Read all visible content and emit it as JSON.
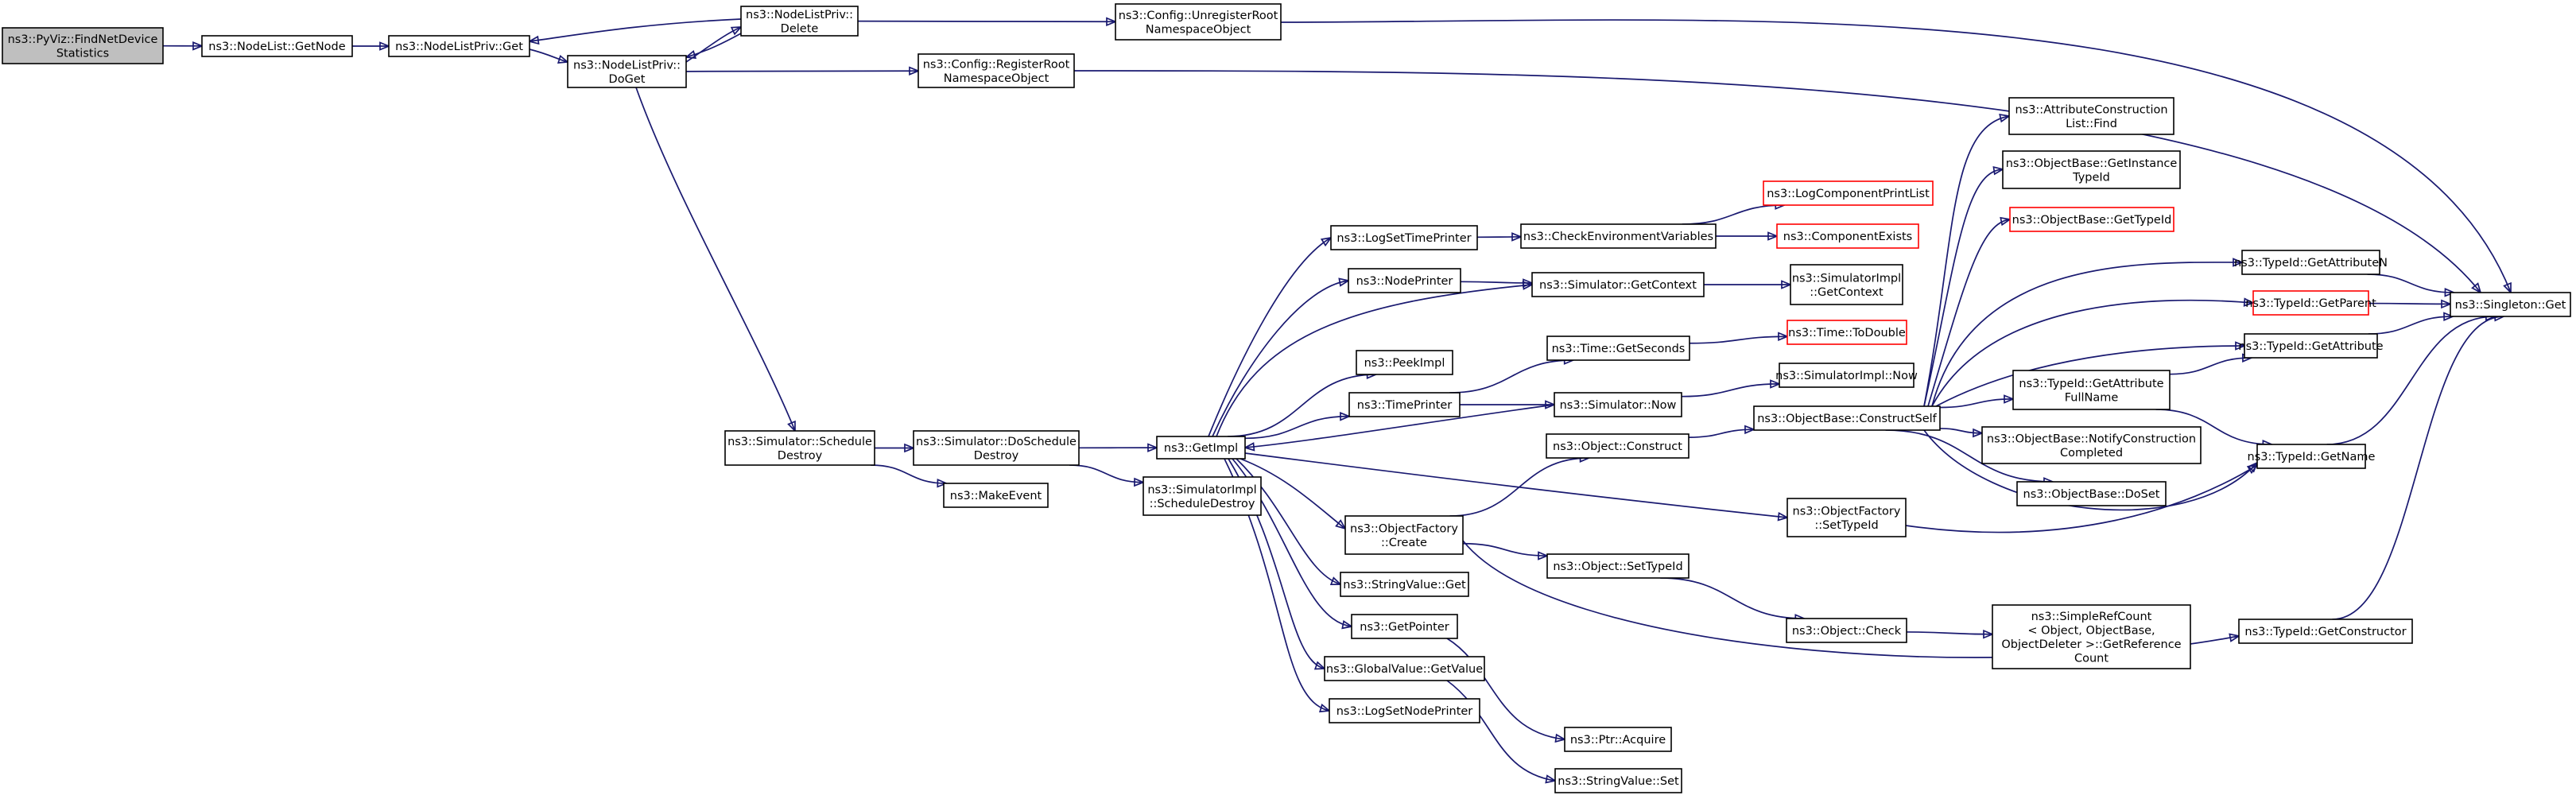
{
  "nodes": [
    {
      "id": "pyviz",
      "lines": [
        "ns3::PyViz::FindNetDevice",
        "Statistics"
      ],
      "kind": "root"
    },
    {
      "id": "nl_getnode",
      "lines": [
        "ns3::NodeList::GetNode"
      ]
    },
    {
      "id": "nlp_get",
      "lines": [
        "ns3::NodeListPriv::Get"
      ]
    },
    {
      "id": "nlp_delete",
      "lines": [
        "ns3::NodeListPriv::",
        "Delete"
      ]
    },
    {
      "id": "nlp_doget",
      "lines": [
        "ns3::NodeListPriv::",
        "DoGet"
      ]
    },
    {
      "id": "cfg_unreg",
      "lines": [
        "ns3::Config::UnregisterRoot",
        "NamespaceObject"
      ]
    },
    {
      "id": "cfg_reg",
      "lines": [
        "ns3::Config::RegisterRoot",
        "NamespaceObject"
      ]
    },
    {
      "id": "singleton_get",
      "lines": [
        "ns3::Singleton::Get"
      ]
    },
    {
      "id": "sim_schedule_destroy",
      "lines": [
        "ns3::Simulator::Schedule",
        "Destroy"
      ]
    },
    {
      "id": "sim_do_schedule_destroy",
      "lines": [
        "ns3::Simulator::DoSchedule",
        "Destroy"
      ]
    },
    {
      "id": "make_event",
      "lines": [
        "ns3::MakeEvent"
      ]
    },
    {
      "id": "getimpl",
      "lines": [
        "ns3::GetImpl"
      ]
    },
    {
      "id": "simimpl_sched_destroy",
      "lines": [
        "ns3::SimulatorImpl",
        "::ScheduleDestroy"
      ]
    },
    {
      "id": "log_set_time_printer",
      "lines": [
        "ns3::LogSetTimePrinter"
      ]
    },
    {
      "id": "check_env_vars",
      "lines": [
        "ns3::CheckEnvironmentVariables"
      ]
    },
    {
      "id": "log_comp_print_list",
      "lines": [
        "ns3::LogComponentPrintList"
      ],
      "kind": "trunc"
    },
    {
      "id": "comp_exists",
      "lines": [
        "ns3::ComponentExists"
      ],
      "kind": "trunc"
    },
    {
      "id": "node_printer",
      "lines": [
        "ns3::NodePrinter"
      ]
    },
    {
      "id": "sim_get_context",
      "lines": [
        "ns3::Simulator::GetContext"
      ]
    },
    {
      "id": "simimpl_get_context",
      "lines": [
        "ns3::SimulatorImpl",
        "::GetContext"
      ]
    },
    {
      "id": "peek_impl",
      "lines": [
        "ns3::PeekImpl"
      ]
    },
    {
      "id": "time_get_seconds",
      "lines": [
        "ns3::Time::GetSeconds"
      ]
    },
    {
      "id": "time_to_double",
      "lines": [
        "ns3::Time::ToDouble"
      ],
      "kind": "trunc"
    },
    {
      "id": "time_printer",
      "lines": [
        "ns3::TimePrinter"
      ]
    },
    {
      "id": "sim_now",
      "lines": [
        "ns3::Simulator::Now"
      ]
    },
    {
      "id": "simimpl_now",
      "lines": [
        "ns3::SimulatorImpl::Now"
      ]
    },
    {
      "id": "obj_construct",
      "lines": [
        "ns3::Object::Construct"
      ]
    },
    {
      "id": "objbase_construct_self",
      "lines": [
        "ns3::ObjectBase::ConstructSelf"
      ]
    },
    {
      "id": "objfactory_create",
      "lines": [
        "ns3::ObjectFactory",
        "::Create"
      ]
    },
    {
      "id": "objfactory_set_typeid",
      "lines": [
        "ns3::ObjectFactory",
        "::SetTypeId"
      ]
    },
    {
      "id": "strvalue_get",
      "lines": [
        "ns3::StringValue::Get"
      ]
    },
    {
      "id": "get_pointer",
      "lines": [
        "ns3::GetPointer"
      ]
    },
    {
      "id": "globalvalue_getvalue",
      "lines": [
        "ns3::GlobalValue::GetValue"
      ]
    },
    {
      "id": "log_set_node_printer",
      "lines": [
        "ns3::LogSetNodePrinter"
      ]
    },
    {
      "id": "obj_set_typeid",
      "lines": [
        "ns3::Object::SetTypeId"
      ]
    },
    {
      "id": "obj_check",
      "lines": [
        "ns3::Object::Check"
      ]
    },
    {
      "id": "simple_ref_count",
      "lines": [
        "ns3::SimpleRefCount",
        "< Object, ObjectBase,",
        "ObjectDeleter >::GetReference",
        "Count"
      ]
    },
    {
      "id": "ptr_acquire",
      "lines": [
        "ns3::Ptr::Acquire"
      ]
    },
    {
      "id": "strvalue_set",
      "lines": [
        "ns3::StringValue::Set"
      ]
    },
    {
      "id": "attr_construction_find",
      "lines": [
        "ns3::AttributeConstruction",
        "List::Find"
      ]
    },
    {
      "id": "objbase_get_instance_typeid",
      "lines": [
        "ns3::ObjectBase::GetInstance",
        "TypeId"
      ]
    },
    {
      "id": "objbase_get_typeid",
      "lines": [
        "ns3::ObjectBase::GetTypeId"
      ],
      "kind": "trunc"
    },
    {
      "id": "typeid_get_attribute_n",
      "lines": [
        "ns3::TypeId::GetAttributeN"
      ]
    },
    {
      "id": "typeid_get_parent",
      "lines": [
        "ns3::TypeId::GetParent"
      ],
      "kind": "trunc"
    },
    {
      "id": "typeid_get_attribute",
      "lines": [
        "ns3::TypeId::GetAttribute"
      ]
    },
    {
      "id": "typeid_get_attr_fullname",
      "lines": [
        "ns3::TypeId::GetAttribute",
        "FullName"
      ]
    },
    {
      "id": "objbase_notify_construction",
      "lines": [
        "ns3::ObjectBase::NotifyConstruction",
        "Completed"
      ]
    },
    {
      "id": "objbase_doset",
      "lines": [
        "ns3::ObjectBase::DoSet"
      ]
    },
    {
      "id": "typeid_get_name",
      "lines": [
        "ns3::TypeId::GetName"
      ]
    },
    {
      "id": "typeid_get_constructor",
      "lines": [
        "ns3::TypeId::GetConstructor"
      ]
    }
  ],
  "edges": [
    [
      "pyviz",
      "nl_getnode"
    ],
    [
      "nl_getnode",
      "nlp_get"
    ],
    [
      "nlp_get",
      "nlp_doget"
    ],
    [
      "nlp_delete",
      "nlp_get"
    ],
    [
      "nlp_doget",
      "nlp_delete"
    ],
    [
      "nlp_delete",
      "nlp_doget"
    ],
    [
      "nlp_delete",
      "cfg_unreg"
    ],
    [
      "nlp_doget",
      "cfg_reg"
    ],
    [
      "cfg_unreg",
      "singleton_get"
    ],
    [
      "cfg_reg",
      "singleton_get"
    ],
    [
      "nlp_doget",
      "sim_schedule_destroy"
    ],
    [
      "sim_schedule_destroy",
      "sim_do_schedule_destroy"
    ],
    [
      "sim_schedule_destroy",
      "make_event"
    ],
    [
      "sim_do_schedule_destroy",
      "getimpl"
    ],
    [
      "sim_do_schedule_destroy",
      "simimpl_sched_destroy"
    ],
    [
      "getimpl",
      "log_set_time_printer"
    ],
    [
      "getimpl",
      "node_printer"
    ],
    [
      "getimpl",
      "sim_get_context"
    ],
    [
      "getimpl",
      "peek_impl"
    ],
    [
      "getimpl",
      "time_printer"
    ],
    [
      "getimpl",
      "objfactory_create"
    ],
    [
      "getimpl",
      "objfactory_set_typeid"
    ],
    [
      "getimpl",
      "strvalue_get"
    ],
    [
      "getimpl",
      "get_pointer"
    ],
    [
      "getimpl",
      "globalvalue_getvalue"
    ],
    [
      "getimpl",
      "log_set_node_printer"
    ],
    [
      "sim_now",
      "getimpl"
    ],
    [
      "log_set_time_printer",
      "check_env_vars"
    ],
    [
      "check_env_vars",
      "log_comp_print_list"
    ],
    [
      "check_env_vars",
      "comp_exists"
    ],
    [
      "node_printer",
      "sim_get_context"
    ],
    [
      "sim_get_context",
      "simimpl_get_context"
    ],
    [
      "time_printer",
      "time_get_seconds"
    ],
    [
      "time_printer",
      "sim_now"
    ],
    [
      "time_get_seconds",
      "time_to_double"
    ],
    [
      "sim_now",
      "simimpl_now"
    ],
    [
      "objfactory_create",
      "obj_construct"
    ],
    [
      "objfactory_create",
      "obj_set_typeid"
    ],
    [
      "objfactory_create",
      "typeid_get_constructor"
    ],
    [
      "obj_construct",
      "objbase_construct_self"
    ],
    [
      "obj_set_typeid",
      "obj_check"
    ],
    [
      "obj_check",
      "simple_ref_count"
    ],
    [
      "get_pointer",
      "ptr_acquire"
    ],
    [
      "globalvalue_getvalue",
      "strvalue_set"
    ],
    [
      "objfactory_set_typeid",
      "typeid_get_name"
    ],
    [
      "objbase_construct_self",
      "attr_construction_find"
    ],
    [
      "objbase_construct_self",
      "objbase_get_instance_typeid"
    ],
    [
      "objbase_construct_self",
      "objbase_get_typeid"
    ],
    [
      "objbase_construct_self",
      "typeid_get_attribute_n"
    ],
    [
      "objbase_construct_self",
      "typeid_get_parent"
    ],
    [
      "objbase_construct_self",
      "typeid_get_attribute"
    ],
    [
      "objbase_construct_self",
      "typeid_get_attr_fullname"
    ],
    [
      "objbase_construct_self",
      "objbase_notify_construction"
    ],
    [
      "objbase_construct_self",
      "objbase_doset"
    ],
    [
      "objbase_construct_self",
      "typeid_get_name"
    ],
    [
      "typeid_get_attr_fullname",
      "typeid_get_attribute"
    ],
    [
      "typeid_get_attr_fullname",
      "typeid_get_name"
    ],
    [
      "typeid_get_attribute_n",
      "singleton_get"
    ],
    [
      "typeid_get_parent",
      "singleton_get"
    ],
    [
      "typeid_get_attribute",
      "singleton_get"
    ],
    [
      "typeid_get_name",
      "singleton_get"
    ],
    [
      "typeid_get_constructor",
      "singleton_get"
    ]
  ]
}
